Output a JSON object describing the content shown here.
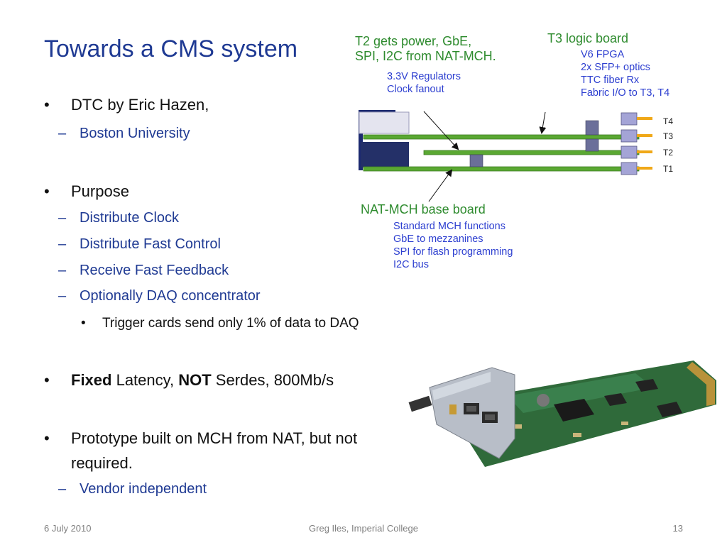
{
  "slide": {
    "title": "Towards a CMS system",
    "bullets": [
      {
        "text": "DTC by Eric Hazen,",
        "subs": [
          {
            "text": "Boston University"
          }
        ]
      },
      {
        "text": "Purpose",
        "subs": [
          {
            "text": "Distribute Clock"
          },
          {
            "text": "Distribute Fast Control"
          },
          {
            "text": "Receive Fast Feedback"
          },
          {
            "text": "Optionally DAQ concentrator",
            "subs": [
              {
                "text": "Trigger cards send only 1% of data to DAQ"
              }
            ]
          }
        ]
      },
      {
        "parts": {
          "fixed": "Fixed",
          "latency": " Latency, ",
          "not": "NOT",
          "rest": " Serdes, 800Mb/s"
        }
      },
      {
        "line1": "Prototype built on MCH from NAT, but not",
        "line2": "required.",
        "subs": [
          {
            "text": "Vendor independent"
          }
        ]
      }
    ]
  },
  "diagram": {
    "t2_heading": [
      "T2 gets power, GbE,",
      "SPI, I2C from NAT-MCH."
    ],
    "t2_items": [
      "3.3V Regulators",
      "Clock fanout"
    ],
    "t3_heading": "T3 logic board",
    "t3_items": [
      "V6 FPGA",
      "2x SFP+ optics",
      "TTC fiber Rx",
      "Fabric I/O to T3, T4"
    ],
    "base_heading": "NAT-MCH base board",
    "base_items": [
      "Standard MCH functions",
      "GbE to mezzanines",
      "SPI for flash programming",
      "I2C bus"
    ],
    "tier_labels": [
      "T4",
      "T3",
      "T2",
      "T1"
    ],
    "colors": {
      "board": "#5aa832",
      "connector": "#9a9ad0",
      "pin": "#f0a818",
      "heading": "#2e8b2e",
      "items": "#2d3fd0"
    }
  },
  "footer": {
    "date": "6 July 2010",
    "author": "Greg Iles, Imperial College",
    "page": "13"
  }
}
